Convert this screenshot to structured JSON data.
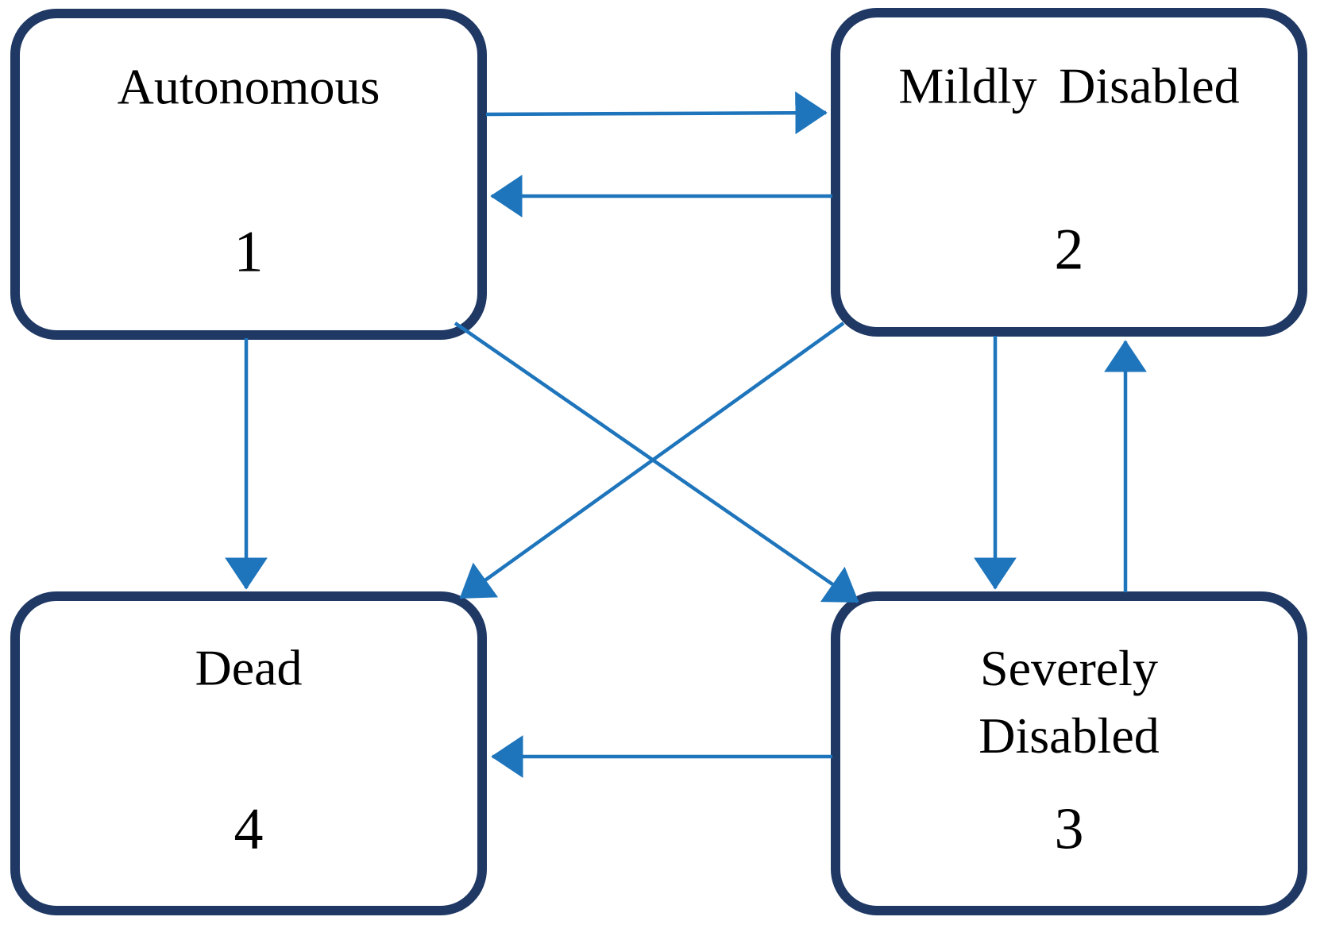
{
  "diagram_type": "state-transition-diagram",
  "nodes": [
    {
      "id": "autonomous",
      "state_number": "1",
      "lines": [
        "Autonomous"
      ]
    },
    {
      "id": "mildly-disabled",
      "state_number": "2",
      "lines": [
        "Mildly Disabled"
      ]
    },
    {
      "id": "severely-disabled",
      "state_number": "3",
      "lines": [
        "Severely",
        "Disabled"
      ]
    },
    {
      "id": "dead",
      "state_number": "4",
      "lines": [
        "Dead"
      ]
    }
  ],
  "transitions": [
    {
      "from": "Autonomous",
      "from_state": "1",
      "to": "Mildly Disabled",
      "to_state": "2"
    },
    {
      "from": "Mildly Disabled",
      "from_state": "2",
      "to": "Autonomous",
      "to_state": "1"
    },
    {
      "from": "Autonomous",
      "from_state": "1",
      "to": "Dead",
      "to_state": "4"
    },
    {
      "from": "Autonomous",
      "from_state": "1",
      "to": "Severely Disabled",
      "to_state": "3"
    },
    {
      "from": "Mildly Disabled",
      "from_state": "2",
      "to": "Dead",
      "to_state": "4"
    },
    {
      "from": "Mildly Disabled",
      "from_state": "2",
      "to": "Severely Disabled",
      "to_state": "3"
    },
    {
      "from": "Severely Disabled",
      "from_state": "3",
      "to": "Mildly Disabled",
      "to_state": "2"
    },
    {
      "from": "Severely Disabled",
      "from_state": "3",
      "to": "Dead",
      "to_state": "4"
    }
  ],
  "colors": {
    "box_border": "#1f3864",
    "arrow": "#1e75bc",
    "text": "#000000",
    "background": "#ffffff"
  }
}
